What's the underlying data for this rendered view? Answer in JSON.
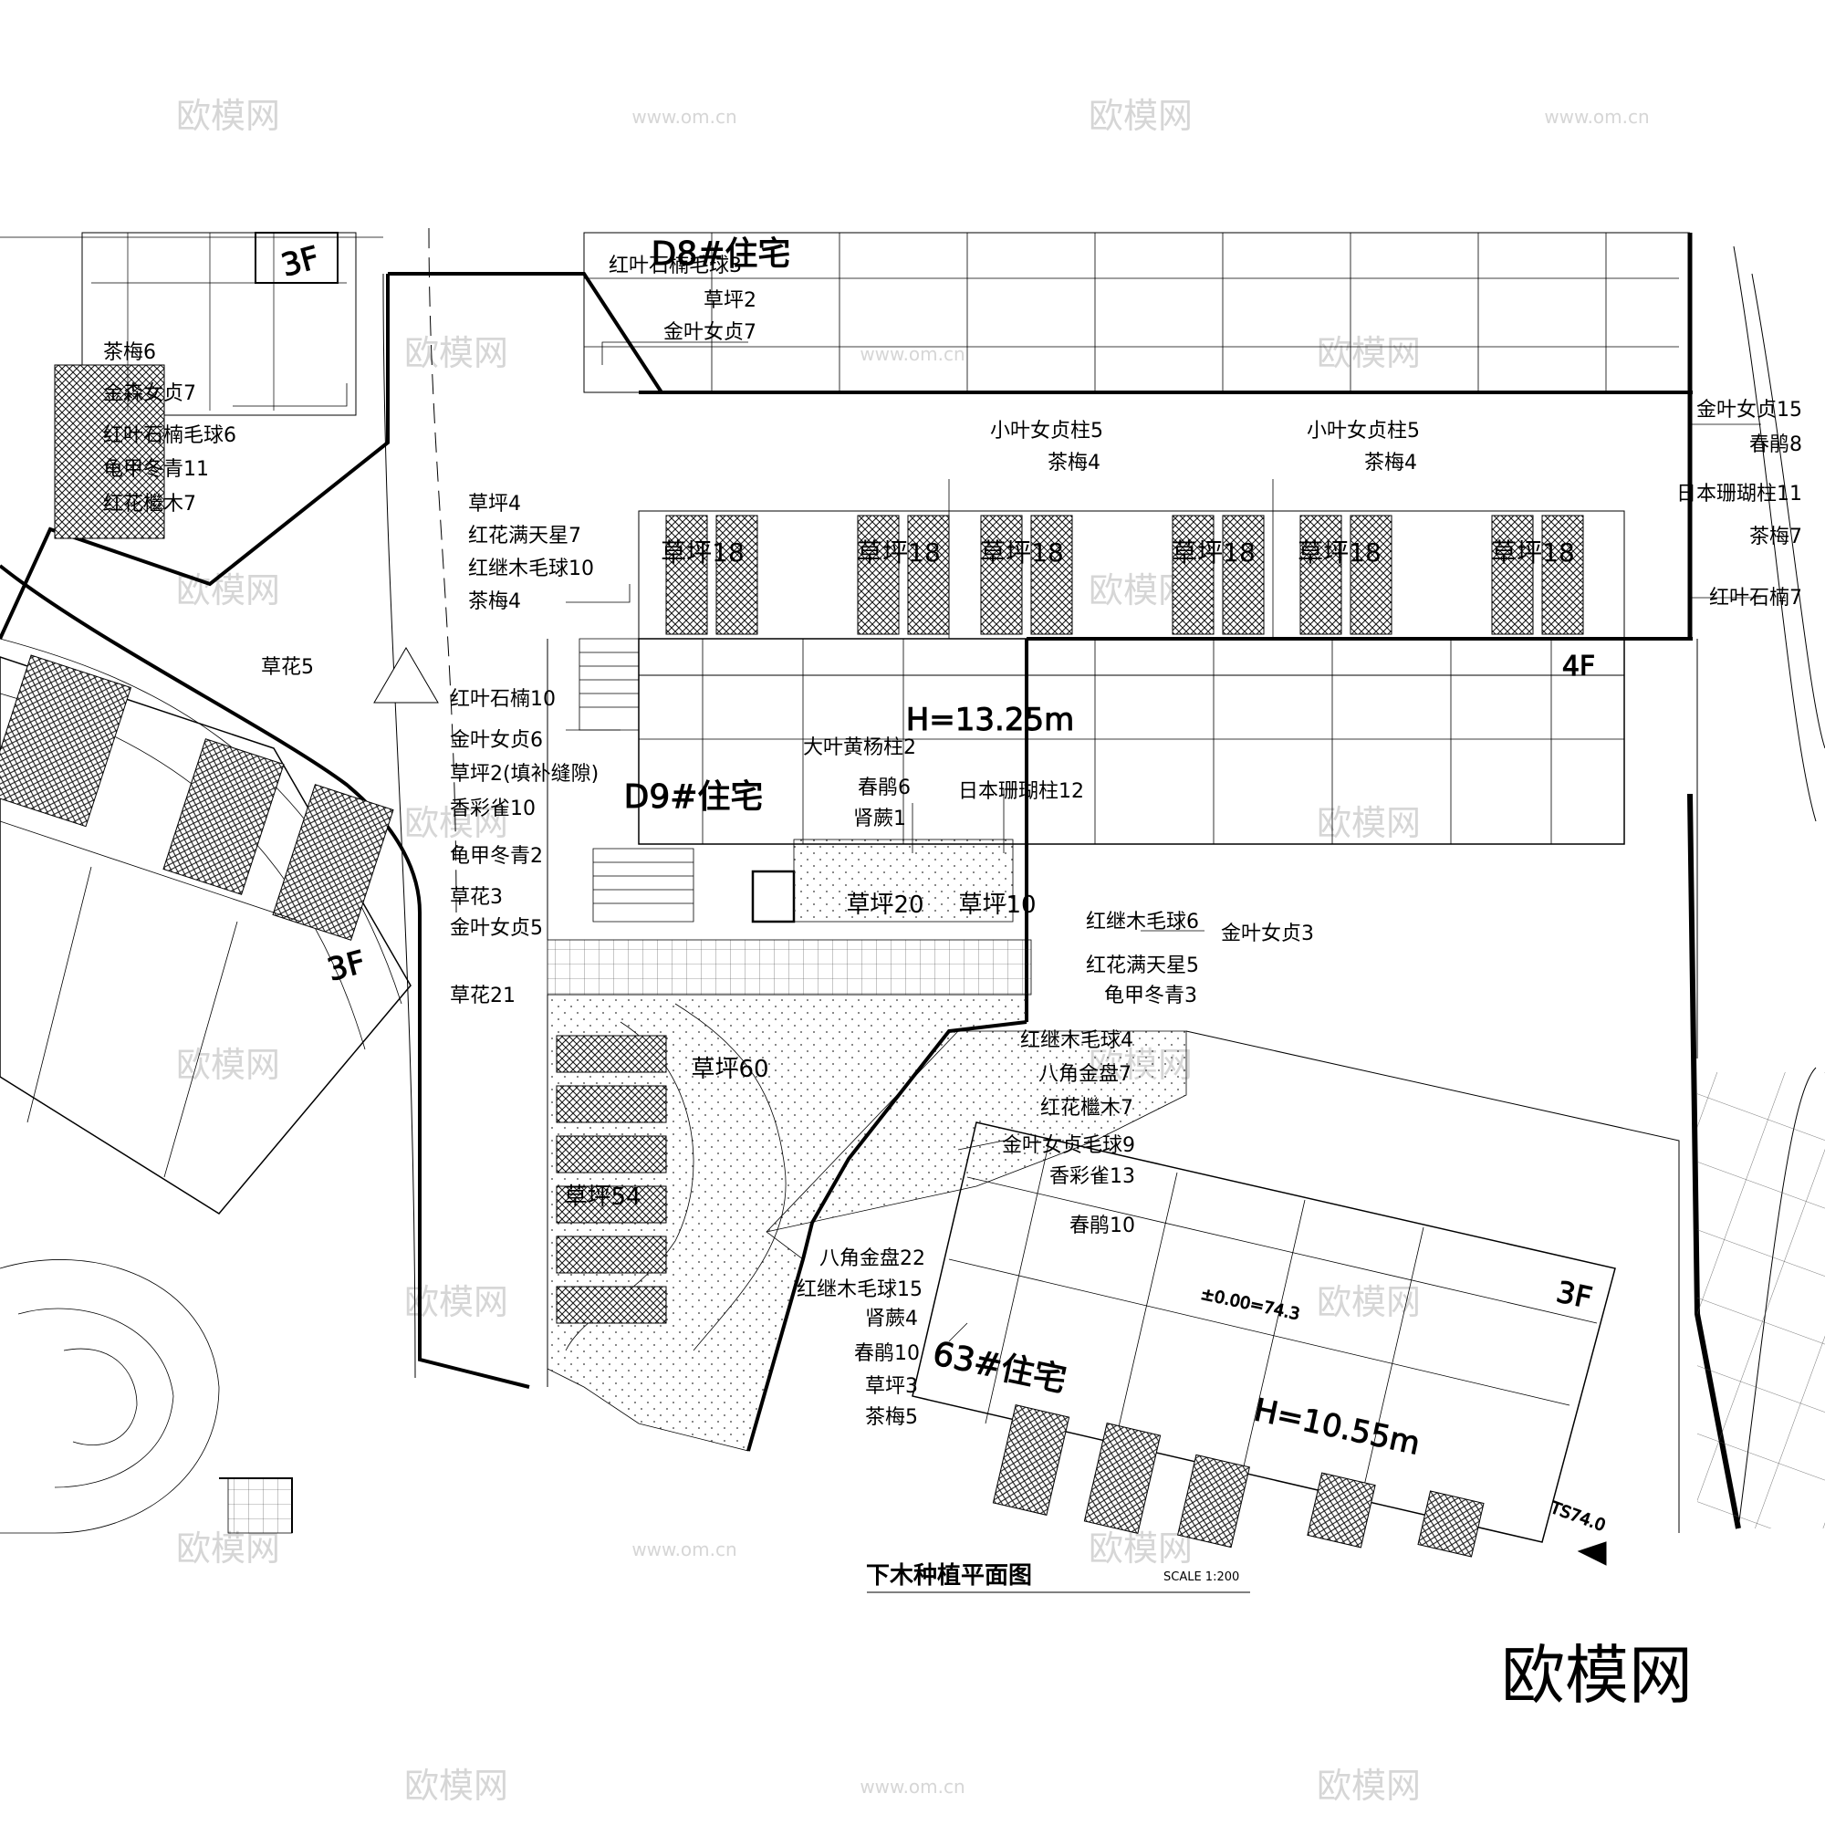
{
  "drawing": {
    "title": "下木种植平面图",
    "scale": "SCALE 1:200",
    "site_levels": [
      "±0.00=74.3",
      "TS74.0"
    ]
  },
  "buildings": [
    {
      "name": "D8#住宅"
    },
    {
      "name": "D9#住宅",
      "height": "H=13.25m",
      "floors": "4F"
    },
    {
      "name": "63#住宅",
      "height": "H=10.55m",
      "floors": "3F"
    },
    {
      "floors": "3F"
    },
    {
      "floors": "3F"
    }
  ],
  "planting_labels": {
    "d8_top": [
      "红叶石楠毛球3",
      "草坪2",
      "金叶女贞7"
    ],
    "west_upper": [
      "茶梅6",
      "金森女贞7",
      "红叶石楠毛球6",
      "龟甲冬青11",
      "红花檵木7"
    ],
    "west_mid": [
      "草坪4",
      "红花满天星7",
      "红继木毛球10",
      "茶梅4"
    ],
    "west_lower": [
      "红叶石楠10",
      "金叶女贞6",
      "草坪2(填补缝隙)",
      "香彩雀10",
      "龟甲冬青2",
      "草花3",
      "金叶女贞5",
      "草花21"
    ],
    "traffic_island": "草花5",
    "lawn_strips": [
      "草坪18",
      "草坪18",
      "草坪18",
      "草坪18",
      "草坪18",
      "草坪18"
    ],
    "courtyard_a": [
      "小叶女贞柱5",
      "茶梅4"
    ],
    "courtyard_b": [
      "小叶女贞柱5",
      "茶梅4"
    ],
    "east": [
      "金叶女贞15",
      "春鹃8",
      "日本珊瑚柱11",
      "茶梅7",
      "红叶石楠7"
    ],
    "d9_interior": [
      "大叶黄杨柱2",
      "春鹃6",
      "肾蕨1",
      "日本珊瑚柱12"
    ],
    "south_lawns": [
      "草坪20",
      "草坪10"
    ],
    "d9_south": [
      "红继木毛球6",
      "金叶女贞3",
      "红花满天星5",
      "龟甲冬青3"
    ],
    "plaza": [
      "红继木毛球4",
      "八角金盘7",
      "红花檵木7",
      "金叶女贞毛球9",
      "香彩雀13",
      "春鹃10"
    ],
    "garden": [
      "草坪60",
      "草坪54"
    ],
    "b63_west": [
      "八角金盘22",
      "红继木毛球15",
      "肾蕨4",
      "春鹃10",
      "草坪3",
      "茶梅5"
    ]
  },
  "watermark": {
    "logo": "欧模网",
    "url": "www.om.cn",
    "corner_logo": "欧模网"
  }
}
